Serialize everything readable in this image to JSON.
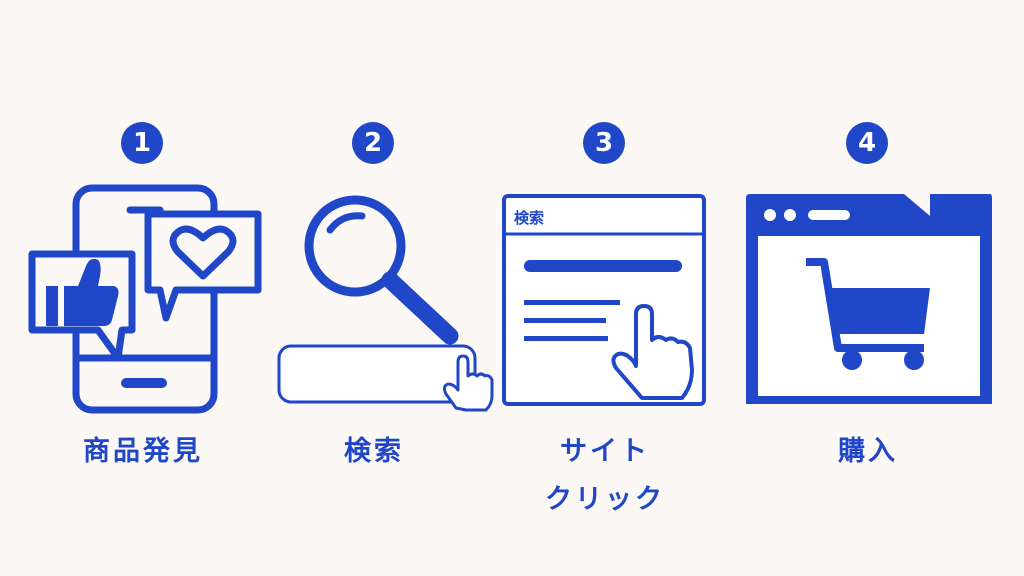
{
  "colors": {
    "accent": "#1f47c7",
    "background": "#fbf8f6"
  },
  "steps": [
    {
      "number": "1",
      "label": [
        "商品発見"
      ],
      "icon": "smartphone-social-icon"
    },
    {
      "number": "2",
      "label": [
        "検索"
      ],
      "icon": "search-magnifier-icon"
    },
    {
      "number": "3",
      "label": [
        "サイト",
        "クリック"
      ],
      "icon": "search-results-click-icon",
      "window_title": "検索"
    },
    {
      "number": "4",
      "label": [
        "購入"
      ],
      "icon": "shopping-cart-window-icon"
    }
  ]
}
